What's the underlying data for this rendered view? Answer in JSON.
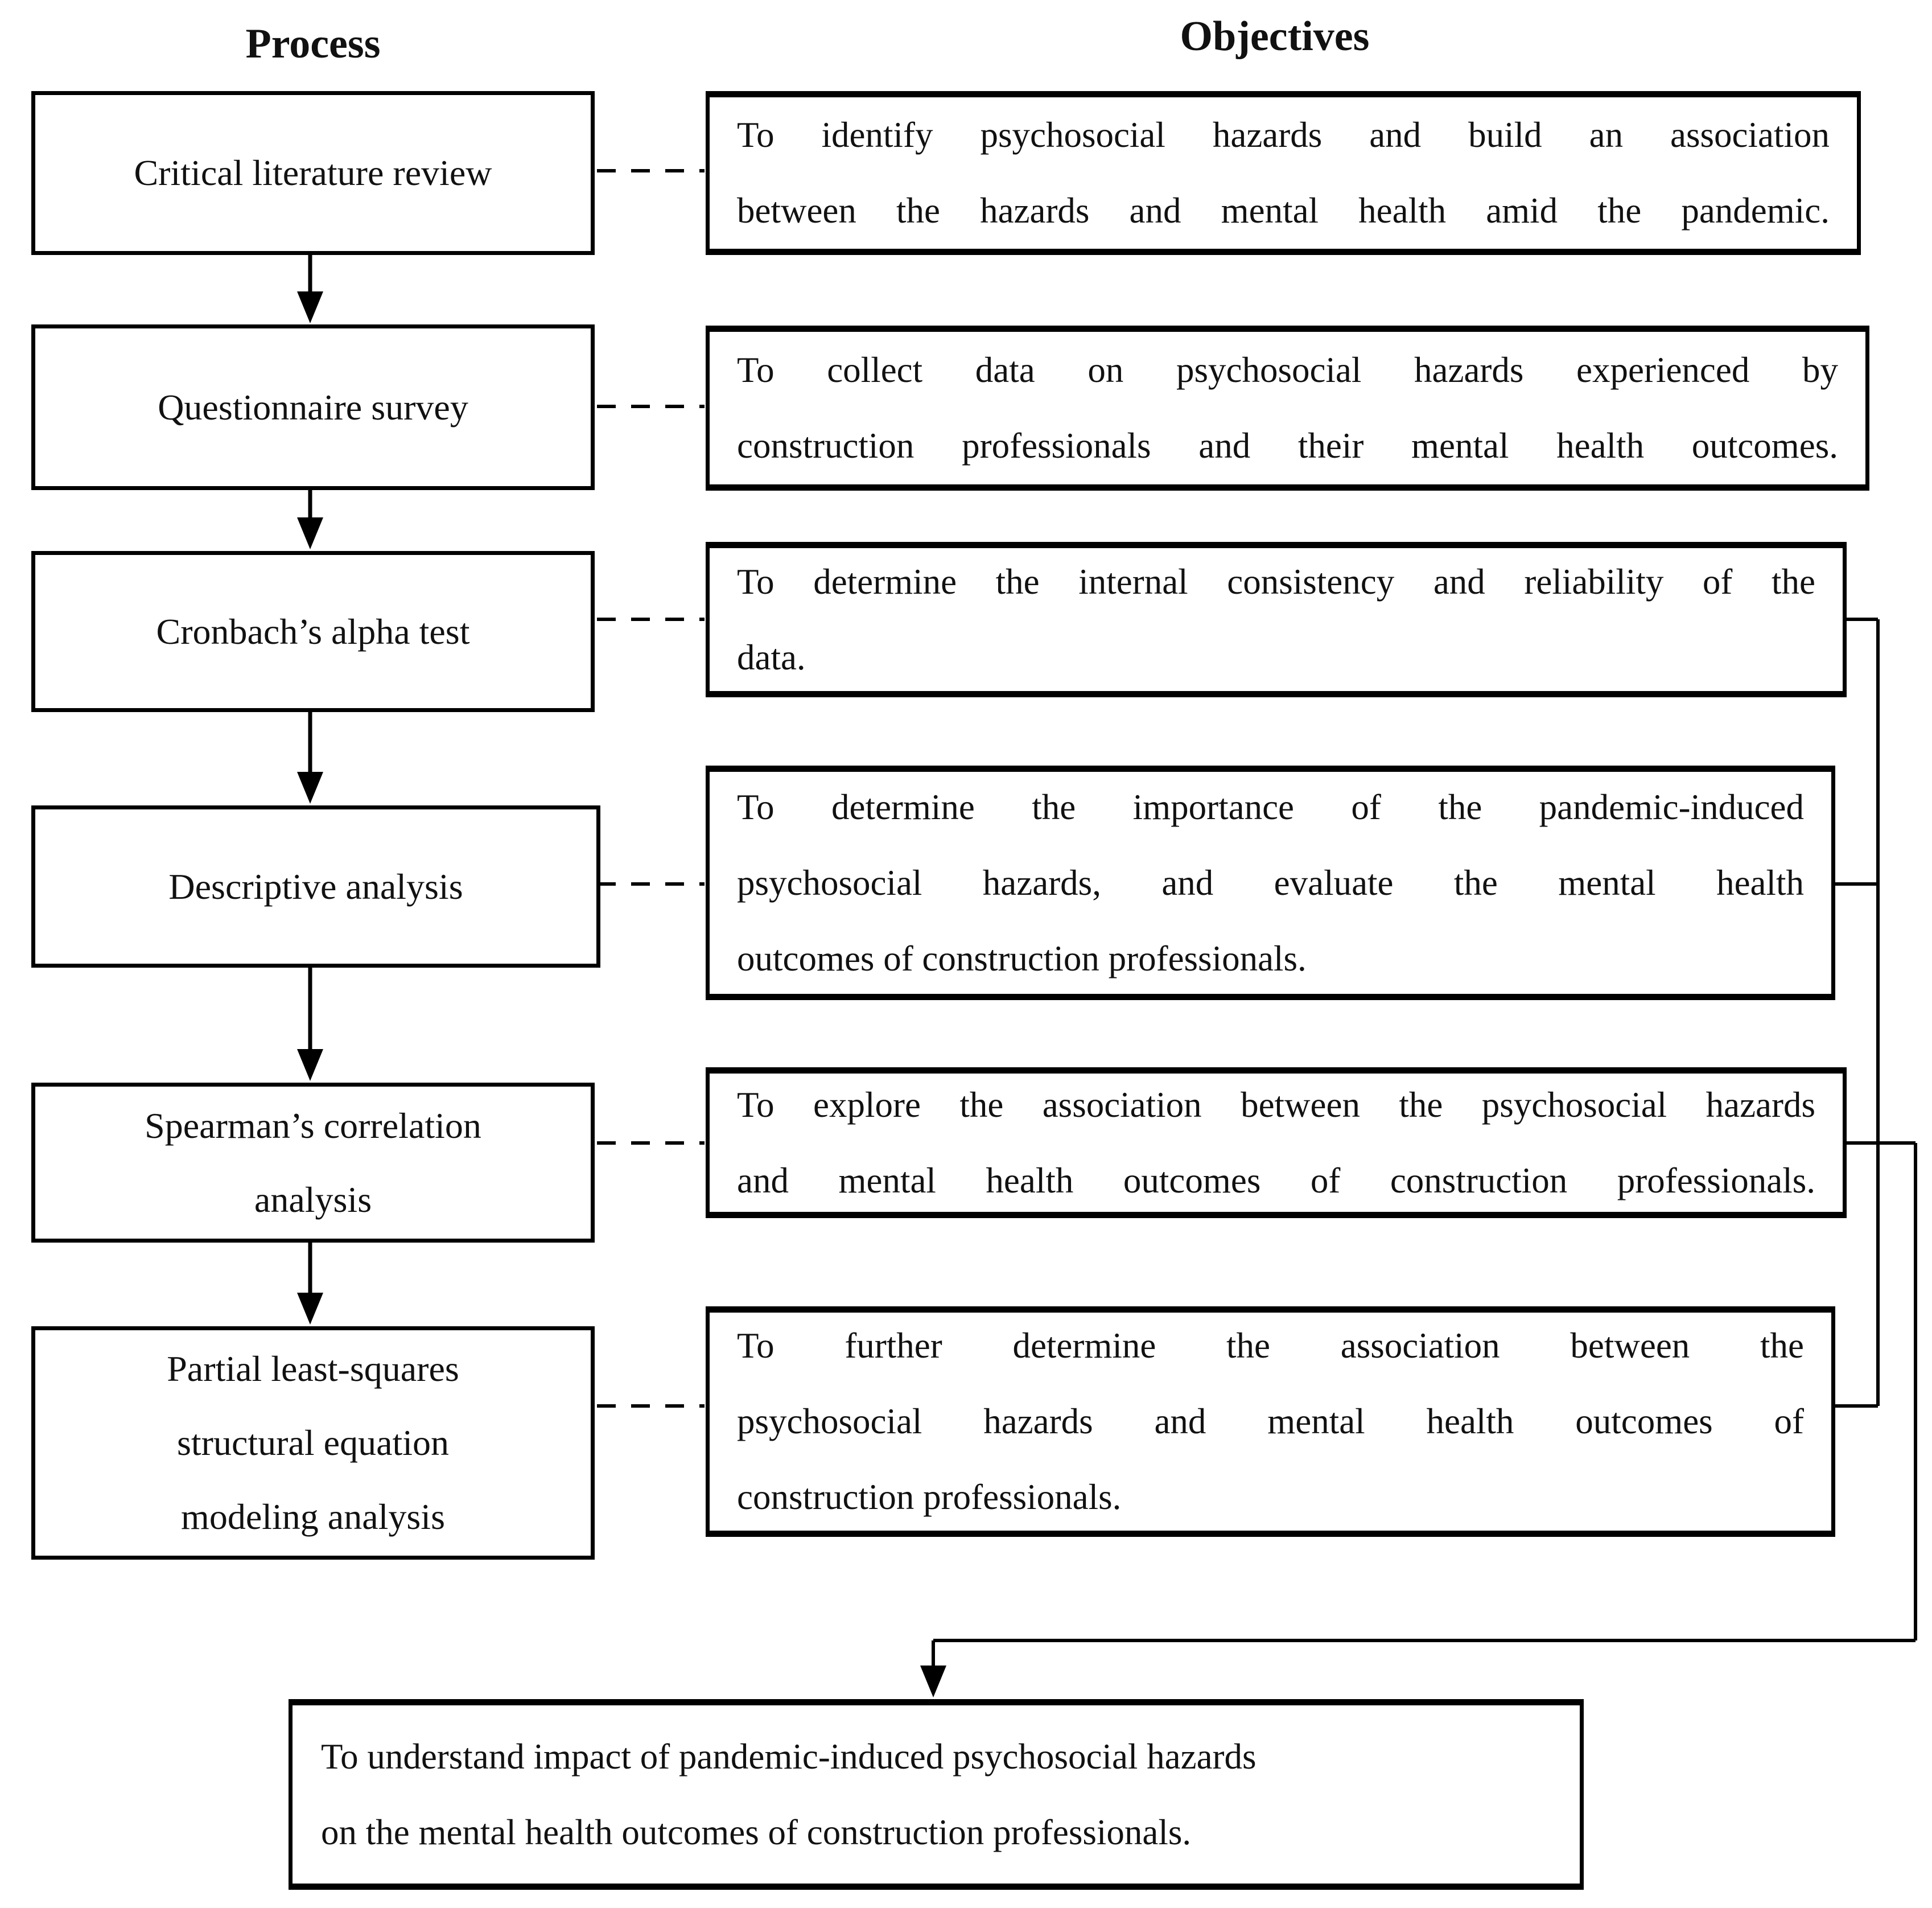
{
  "headers": {
    "process": "Process",
    "objectives": "Objectives"
  },
  "process_steps": [
    {
      "lines": [
        "Critical literature review"
      ]
    },
    {
      "lines": [
        "Questionnaire survey"
      ]
    },
    {
      "lines": [
        "Cronbach’s alpha test"
      ]
    },
    {
      "lines": [
        "Descriptive analysis"
      ]
    },
    {
      "lines": [
        "Spearman’s correlation",
        "analysis"
      ]
    },
    {
      "lines": [
        "Partial least-squares",
        "structural equation",
        "modeling analysis"
      ]
    }
  ],
  "objectives": [
    {
      "lines": [
        "To identify psychosocial hazards and build an association",
        "between the hazards and mental health amid the pandemic."
      ]
    },
    {
      "lines": [
        "To collect data on psychosocial hazards experienced by",
        "construction professionals and their mental health outcomes."
      ]
    },
    {
      "lines": [
        "To determine the internal consistency and reliability of the",
        "data."
      ]
    },
    {
      "lines": [
        "To determine the importance of the pandemic-induced",
        "psychosocial hazards, and evaluate the mental health",
        "outcomes of construction professionals."
      ]
    },
    {
      "lines": [
        "To explore the association between the psychosocial hazards",
        "and mental health outcomes of construction professionals."
      ]
    },
    {
      "lines": [
        "To further determine the association between the",
        "psychosocial hazards and mental health outcomes of",
        "construction professionals."
      ]
    }
  ],
  "final_box": {
    "lines": [
      "To understand impact of pandemic-induced psychosocial hazards",
      "on the mental health outcomes of construction professionals."
    ]
  },
  "colors": {
    "line": "#000000",
    "background": "#ffffff",
    "text": "#111111"
  }
}
